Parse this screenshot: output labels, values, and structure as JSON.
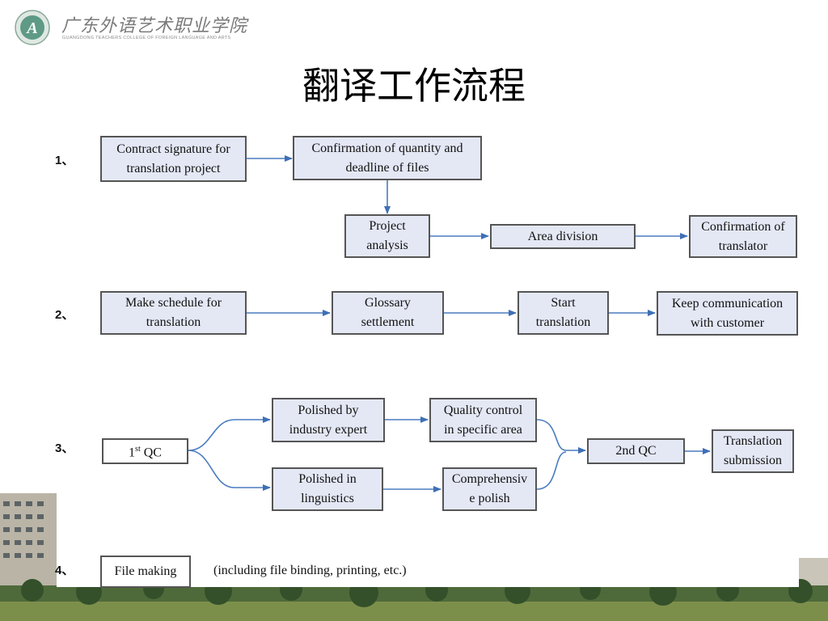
{
  "header": {
    "school_name_cn": "广东外语艺术职业学院",
    "school_name_en": "GUANGDONG TEACHERS COLLEGE OF FOREIGN LANGUAGE AND ARTS",
    "logo_icon": "college-emblem-icon"
  },
  "title": "翻译工作流程",
  "colors": {
    "box_fill": "#e4e8f5",
    "arrow": "#4a7cc0",
    "box_border": "#555555"
  },
  "steps": [
    {
      "label": "1、"
    },
    {
      "label": "2、"
    },
    {
      "label": "3、"
    },
    {
      "label": "4、"
    }
  ],
  "step1": {
    "contract": [
      "Contract signature for",
      "translation project"
    ],
    "confirmation": [
      "Confirmation of quantity and",
      "deadline of files"
    ],
    "project_analysis": [
      "Project",
      "analysis"
    ],
    "area_division": "Area division",
    "confirm_translator": [
      "Confirmation of",
      "translator"
    ]
  },
  "step2": {
    "schedule": [
      "Make schedule for",
      "translation"
    ],
    "glossary": [
      "Glossary",
      "settlement"
    ],
    "start": [
      "Start",
      "translation"
    ],
    "communication": [
      "Keep communication",
      "with customer"
    ]
  },
  "step3": {
    "first_qc": "1",
    "first_qc_sup": "st",
    "first_qc_suffix": " QC",
    "industry": [
      "Polished by",
      "industry expert"
    ],
    "quality": [
      "Quality control",
      "in specific area"
    ],
    "linguistics": [
      "Polished in",
      "linguistics"
    ],
    "comprehensive": [
      "Comprehensiv",
      "e polish"
    ],
    "second_qc": "2nd QC",
    "submission": [
      "Translation",
      "submission"
    ]
  },
  "step4": {
    "file_making": "File making",
    "note": "(including file binding, printing, etc.)"
  }
}
